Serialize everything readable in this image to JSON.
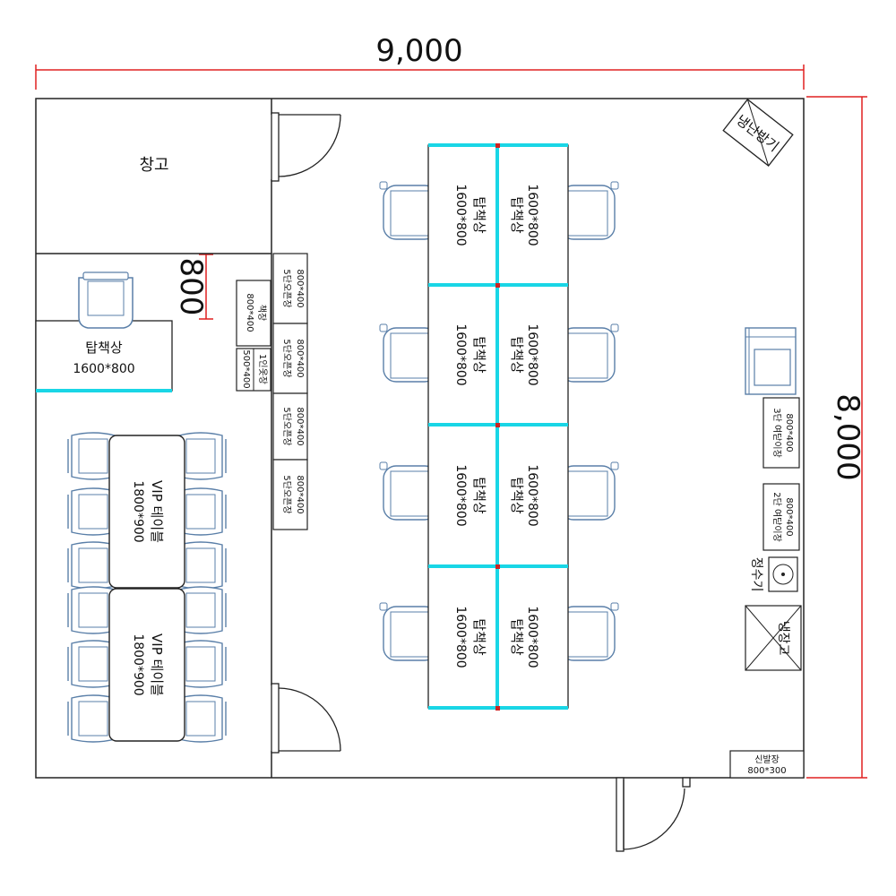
{
  "dimensions": {
    "width_mm": "9,000",
    "height_mm": "8,000",
    "side_dim": "800"
  },
  "rooms": {
    "storage": "창고"
  },
  "colors": {
    "dimension": "#e02020",
    "desk_edge": "#19d6e6",
    "chair": "#5a7fa8",
    "wall": "#222222",
    "joint": "#d02020"
  },
  "left_desk": {
    "name": "탑책상",
    "size": "1600*800"
  },
  "vip_tables": [
    {
      "name": "VIP 테이블",
      "size": "1800*900"
    },
    {
      "name": "VIP 테이블",
      "size": "1800*900"
    }
  ],
  "cabinets": [
    {
      "name": "책장",
      "size": "800*400"
    },
    {
      "name": "1인옷장",
      "size": "500*400"
    },
    {
      "name": "5단오픈장",
      "size": "800*400"
    },
    {
      "name": "5단오픈장",
      "size": "800*400"
    },
    {
      "name": "5단오픈장",
      "size": "800*400"
    },
    {
      "name": "5단오픈장",
      "size": "800*400"
    }
  ],
  "desks_left": [
    {
      "name": "탑책상",
      "size": "1600*800"
    },
    {
      "name": "탑책상",
      "size": "1600*800"
    },
    {
      "name": "탑책상",
      "size": "1600*800"
    },
    {
      "name": "탑책상",
      "size": "1600*800"
    }
  ],
  "desks_right": [
    {
      "name": "탑책상",
      "size": "1600*800"
    },
    {
      "name": "탑책상",
      "size": "1600*800"
    },
    {
      "name": "탑책상",
      "size": "1600*800"
    },
    {
      "name": "탑책상",
      "size": "1600*800"
    }
  ],
  "right_wall": {
    "heater": "냉난방기",
    "cabinet3": {
      "name": "3단 여닫이장",
      "size": "800*400"
    },
    "cabinet2": {
      "name": "2단 여닫이장",
      "size": "800*400"
    },
    "water": "정수기",
    "fridge": "냉장고",
    "shoe": {
      "name": "신발장",
      "size": "800*300"
    }
  }
}
